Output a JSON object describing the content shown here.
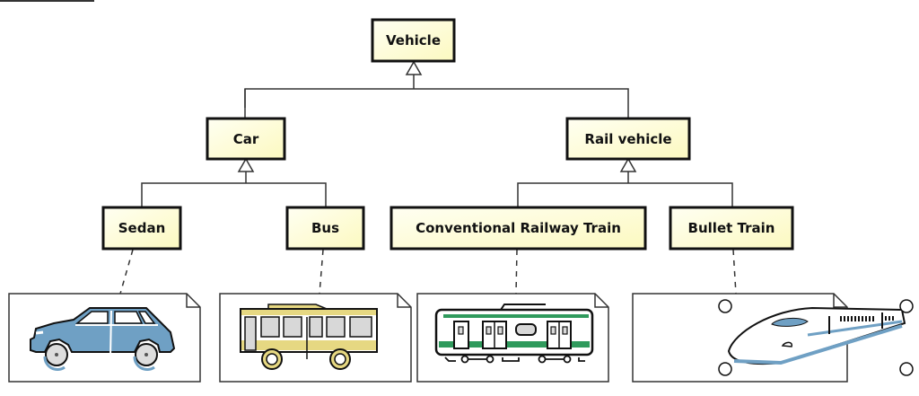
{
  "diagram": {
    "type": "class-hierarchy",
    "classes": {
      "vehicle": "Vehicle",
      "car": "Car",
      "rail_vehicle": "Rail vehicle",
      "sedan": "Sedan",
      "bus": "Bus",
      "conventional_train": "Conventional Railway Train",
      "bullet_train": "Bullet Train"
    },
    "relations": [
      {
        "type": "generalization",
        "parent": "Vehicle",
        "children": [
          "Car",
          "Rail vehicle"
        ]
      },
      {
        "type": "generalization",
        "parent": "Car",
        "children": [
          "Sedan",
          "Bus"
        ]
      },
      {
        "type": "generalization",
        "parent": "Rail vehicle",
        "children": [
          "Conventional Railway Train",
          "Bullet Train"
        ]
      }
    ],
    "notes": [
      {
        "attached_to": "Sedan",
        "image": "sedan-car-illustration"
      },
      {
        "attached_to": "Bus",
        "image": "bus-illustration"
      },
      {
        "attached_to": "Conventional Railway Train",
        "image": "commuter-train-illustration"
      },
      {
        "attached_to": "Bullet Train",
        "image": "bullet-train-illustration",
        "selected": true
      }
    ],
    "colors": {
      "class_fill_start": "#fdfde8",
      "class_fill_end": "#fdfbc6",
      "border": "#111111",
      "connector": "#333333",
      "car_body": "#6fa0c4",
      "bus_stripe": "#e6d882",
      "train_stripe": "#2f9a5c",
      "bullet_accent": "#6fa0c4",
      "window_gray": "#d8d8d8"
    }
  }
}
